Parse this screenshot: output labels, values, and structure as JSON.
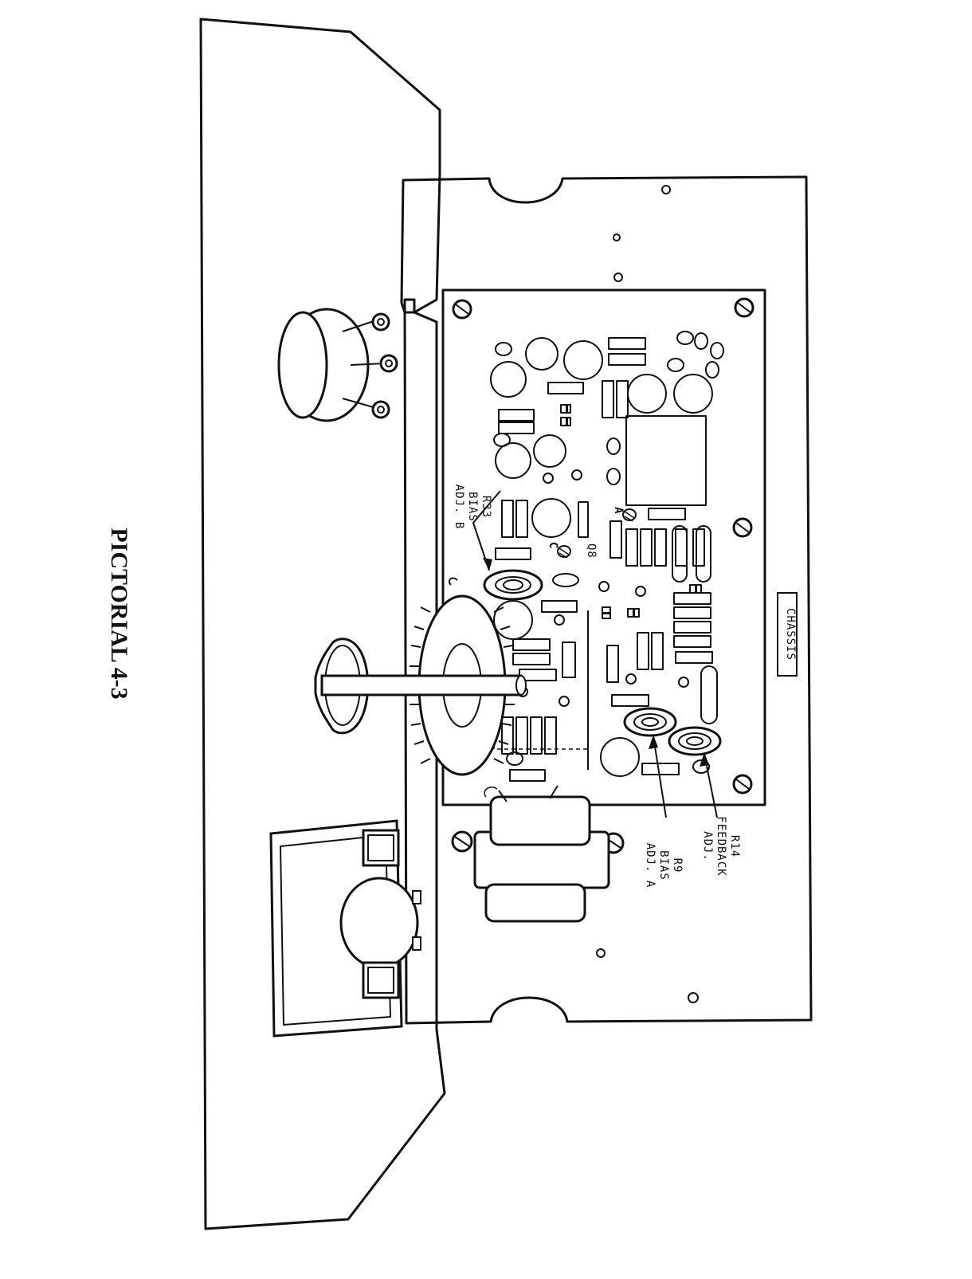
{
  "figure": {
    "title": "PICTORIAL 4-3"
  },
  "chassis_label": "CHASSIS",
  "callouts": {
    "r33": [
      "R33",
      "BIAS",
      "ADJ. B"
    ],
    "r9": [
      "R9",
      "BIAS",
      "ADJ. A"
    ],
    "r14": [
      "R14",
      "FEEDBACK",
      "ADJ."
    ]
  },
  "test_points": {
    "a": "A",
    "c": "C"
  },
  "board_marking": "Q8"
}
